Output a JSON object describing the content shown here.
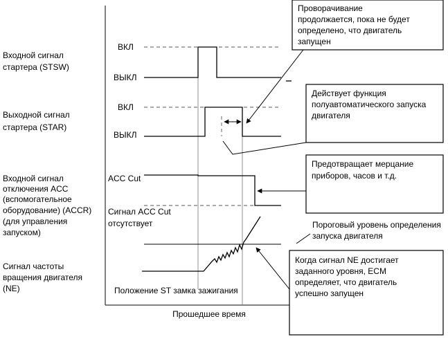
{
  "signals": [
    {
      "label_lines": [
        "Входной сигнал",
        "стартера (STSW)"
      ],
      "high": "ВКЛ",
      "low": "ВЫКЛ"
    },
    {
      "label_lines": [
        "Выходной сигнал",
        "стартера (STAR)"
      ],
      "high": "ВКЛ",
      "low": "ВЫКЛ"
    },
    {
      "label_lines": [
        "Входной сигнал",
        "отключения ACC",
        "(вспомогательное",
        "оборудование) (ACCR)",
        "(для управления",
        "запуском)"
      ],
      "high": "ACC Cut",
      "low_lines": [
        "Сигнал ACC Cut",
        "отсутствует"
      ]
    },
    {
      "label_lines": [
        "Сигнал частоты",
        "вращения двигателя",
        "(NE)"
      ]
    }
  ],
  "annotations": {
    "cranking": [
      "Проворачивание",
      "продолжается, пока не будет",
      "определено, что двигатель",
      "запущен"
    ],
    "semi_auto": [
      "Действует функция",
      "полуавтоматического запуска",
      "двигателя"
    ],
    "flicker": [
      "Предотвращает мерцание",
      "приборов, часов и т.д."
    ],
    "threshold": [
      "Пороговый уровень определения",
      "запуска двигателя"
    ],
    "ecm": [
      "Когда сигнал NE достигает",
      "заданного уровня, ECM",
      "определяет, что двигатель",
      "успешно запущен"
    ]
  },
  "st_position": "Положение ST замка зажигания",
  "x_axis": "Прошедшее время"
}
